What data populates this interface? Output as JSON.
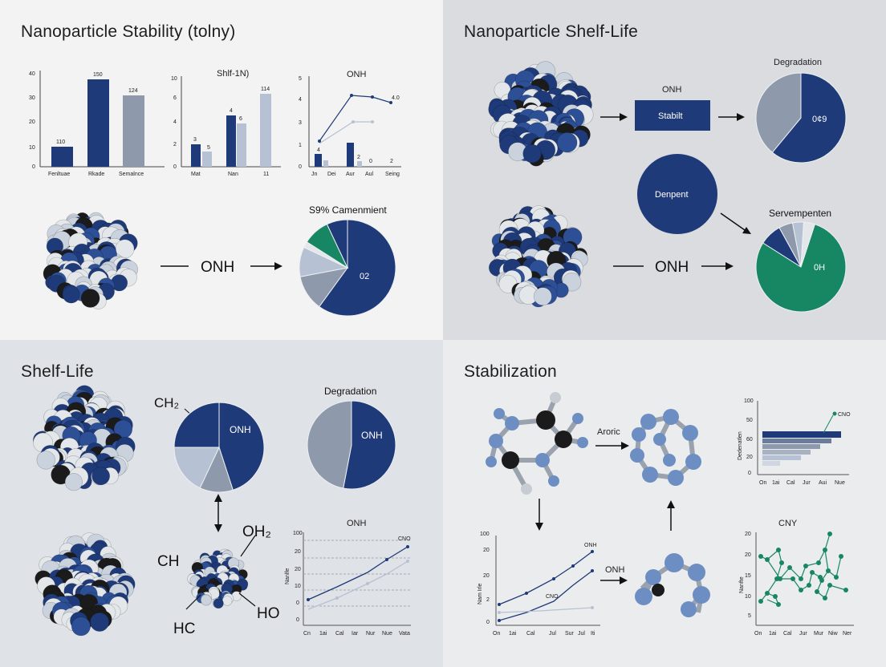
{
  "colors": {
    "navy": "#1f3a78",
    "slate": "#8e9aab",
    "light_slate": "#b6c1d3",
    "green": "#178763",
    "steel_blue": "#6d8ec2",
    "black": "#1b1b1b",
    "white_atom": "#e4e7ea"
  },
  "panels": {
    "top_left": {
      "title": "Nanoparticle Stability (tolny)",
      "flow_label": "ONH",
      "chart1": {
        "ticks": [
          "40",
          "30",
          "20",
          "10",
          "0"
        ],
        "categories": [
          "Fenltuae",
          "Rkade",
          "Semalnce"
        ],
        "bar_labels": [
          "110",
          "150",
          "124"
        ]
      },
      "chart2": {
        "title": "Shlf-1N)",
        "ticks": [
          "10",
          "6",
          "4",
          "2",
          "0"
        ],
        "categories": [
          "Mat",
          "Nan",
          "11"
        ],
        "labels": [
          "3",
          "5",
          "4",
          "6",
          "114"
        ]
      },
      "chart3": {
        "title": "ONH",
        "ticks": [
          "5",
          "4",
          "3",
          "1",
          "0"
        ],
        "categories": [
          "Jn",
          "Dei",
          "Aur",
          "Aul",
          "Seing"
        ],
        "labels": [
          "4.0",
          "4",
          "2",
          "0",
          "2"
        ]
      },
      "pie": {
        "title": "S9% Camenmient",
        "center_label": "02"
      }
    },
    "top_right": {
      "title": "Nanoparticle Shelf-Life",
      "box_top_label": "ONH",
      "box_label": "Stabilt",
      "pie1_title": "Degradation",
      "pie1_label": "0¢9",
      "circle_label": "Denpent",
      "pie2_title": "Servempenten",
      "pie2_label": "0H",
      "flow_label": "ONH"
    },
    "bottom_left": {
      "title": "Shelf-Life",
      "pie1_pointer_label": "CH₂",
      "pie1_label": "ONH",
      "pie2_title": "Degradation",
      "pie2_label": "ONH",
      "mol_labels": {
        "oh2": "OH₂",
        "ch": "CH",
        "hc": "HC",
        "ho": "HO"
      },
      "line_chart": {
        "title": "ONH",
        "series_label": "CNO",
        "ylabel": "Nanlfe",
        "ticks": [
          "100",
          "20",
          "20",
          "10",
          "0",
          "0"
        ],
        "categories": [
          "Cn",
          "1ai",
          "Cal",
          "Iar",
          "Nur",
          "Nue",
          "Vata"
        ]
      }
    },
    "bottom_right": {
      "title": "Stabilization",
      "arrow_label": "Aroric",
      "flow_label": "ONH",
      "hbar_chart": {
        "legend": "CNO",
        "ylabel": "Dedenatlen",
        "ticks": [
          "100",
          "50",
          "60",
          "20",
          "0"
        ],
        "categories": [
          "On",
          "1ai",
          "Cal",
          "Jur",
          "Aui",
          "Nue"
        ]
      },
      "line_chart": {
        "title": "ONH",
        "series_label": "CNO",
        "ylabel": "Nam Irle",
        "ticks": [
          "100",
          "20",
          "20",
          "2",
          "0"
        ],
        "categories": [
          "On",
          "1ai",
          "Cal",
          "Jul",
          "Sur",
          "Jul",
          "Iti"
        ]
      },
      "scatter_chart": {
        "title": "CNY",
        "ylabel": "Nanfte",
        "ticks": [
          "20",
          "20",
          "15",
          "10",
          "5"
        ],
        "categories": [
          "On",
          "1ai",
          "Cal",
          "Jur",
          "Mur",
          "Niw",
          "Ner"
        ]
      }
    }
  }
}
